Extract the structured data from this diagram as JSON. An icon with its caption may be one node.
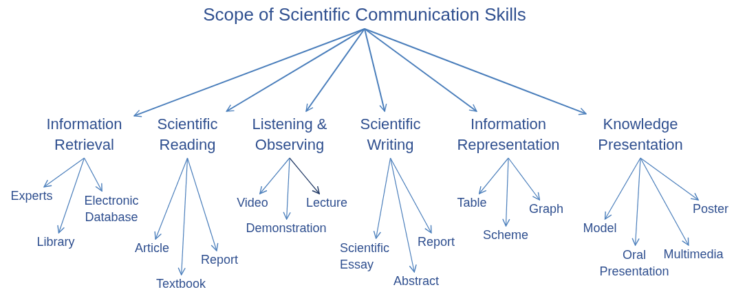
{
  "diagram": {
    "nodes": [
      {
        "text": [
          "Scope of Scientific Communication Skills"
        ]
      },
      {
        "text": [
          "Information Retrieval"
        ]
      },
      {
        "text": [
          "Scientific Reading"
        ]
      },
      {
        "text": [
          "Listening & Observing"
        ]
      },
      {
        "text": [
          "Scientific Writing"
        ]
      },
      {
        "text": [
          "Information Representation"
        ]
      },
      {
        "text": [
          "Knowledge Presentation"
        ]
      },
      {
        "text": [
          "Experts"
        ]
      },
      {
        "text": [
          "Library"
        ]
      },
      {
        "text": [
          "Electronic Database"
        ]
      },
      {
        "text": [
          "Article"
        ]
      },
      {
        "text": [
          "Textbook"
        ]
      },
      {
        "text": [
          "Report"
        ]
      },
      {
        "text": [
          "Video"
        ]
      },
      {
        "text": [
          "Demonstration"
        ]
      },
      {
        "text": [
          "Lecture"
        ]
      },
      {
        "text": [
          "Scientific Essay"
        ]
      },
      {
        "text": [
          "Abstract"
        ]
      },
      {
        "text": [
          "Report"
        ]
      },
      {
        "text": [
          "Table"
        ]
      },
      {
        "text": [
          "Scheme"
        ]
      },
      {
        "text": [
          "Graph"
        ]
      },
      {
        "text": [
          "Model"
        ]
      },
      {
        "text": [
          "Oral Presentation"
        ]
      },
      {
        "text": [
          "Multimedia"
        ]
      },
      {
        "text": [
          "Poster"
        ]
      }
    ],
    "edges": [
      {
        "from": 0,
        "to": 1,
        "arrow": "to"
      },
      {
        "from": 0,
        "to": 2,
        "arrow": "to"
      },
      {
        "from": 0,
        "to": 3,
        "arrow": "to"
      },
      {
        "from": 0,
        "to": 4,
        "arrow": "to"
      },
      {
        "from": 0,
        "to": 5,
        "arrow": "to"
      },
      {
        "from": 0,
        "to": 6,
        "arrow": "to"
      },
      {
        "from": 1,
        "to": 7,
        "arrow": "to"
      },
      {
        "from": 1,
        "to": 8,
        "arrow": "to"
      },
      {
        "from": 1,
        "to": 9,
        "arrow": "to"
      },
      {
        "from": 2,
        "to": 10,
        "arrow": "to"
      },
      {
        "from": 2,
        "to": 11,
        "arrow": "to"
      },
      {
        "from": 2,
        "to": 12,
        "arrow": "to"
      },
      {
        "from": 3,
        "to": 13,
        "arrow": "to"
      },
      {
        "from": 3,
        "to": 14,
        "arrow": "to"
      },
      {
        "from": 3,
        "to": 15,
        "arrow": "to",
        "color": "#1f3864"
      },
      {
        "from": 4,
        "to": 16,
        "arrow": "to"
      },
      {
        "from": 4,
        "to": 17,
        "arrow": "to"
      },
      {
        "from": 4,
        "to": 18,
        "arrow": "to"
      },
      {
        "from": 5,
        "to": 19,
        "arrow": "to"
      },
      {
        "from": 5,
        "to": 20,
        "arrow": "to"
      },
      {
        "from": 5,
        "to": 21,
        "arrow": "to"
      },
      {
        "from": 6,
        "to": 22,
        "arrow": "to"
      },
      {
        "from": 6,
        "to": 23,
        "arrow": "to"
      },
      {
        "from": 6,
        "to": 24,
        "arrow": "to"
      },
      {
        "from": 6,
        "to": 25,
        "arrow": "to"
      }
    ]
  }
}
